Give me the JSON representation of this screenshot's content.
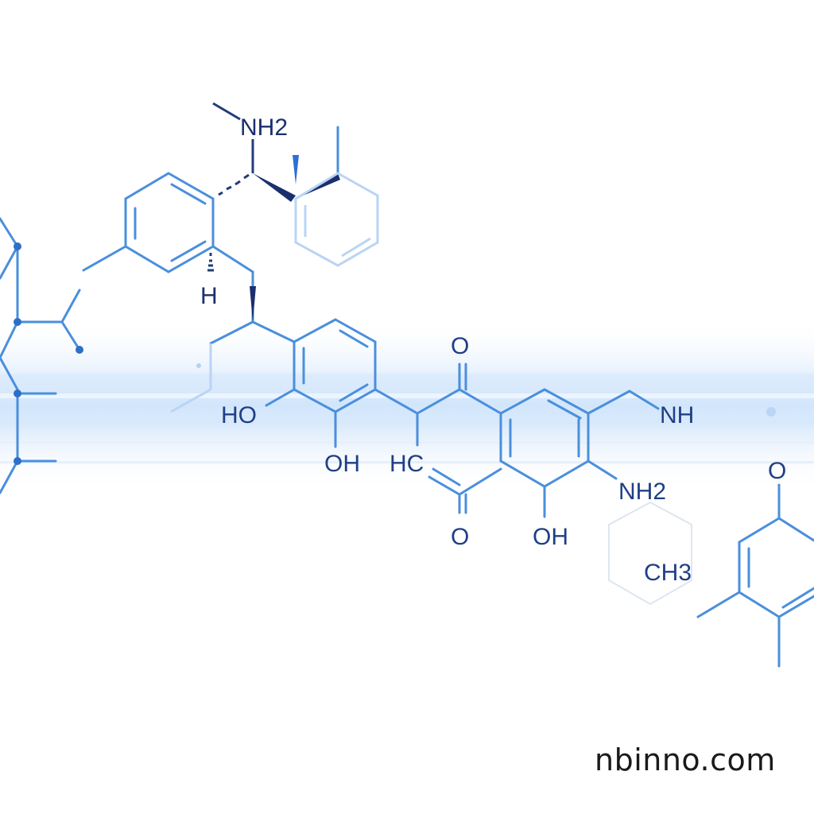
{
  "labels": {
    "nh2_top": "NH2",
    "h_stereo": "H",
    "ho_left": "HO",
    "oh_mid": "OH",
    "o_top": "O",
    "o_bottom": "O",
    "hc": "HC",
    "nh": "NH",
    "nh2_right": "NH2",
    "oh_bottom": "OH",
    "ch3": "CH3",
    "o_far_right": "O"
  },
  "watermark": "nbinno.com",
  "colors": {
    "bond": "#4a8fdc",
    "bond_dark": "#223b7a",
    "atom_text": "#1f3f86",
    "glow": "#cfe3fb"
  }
}
